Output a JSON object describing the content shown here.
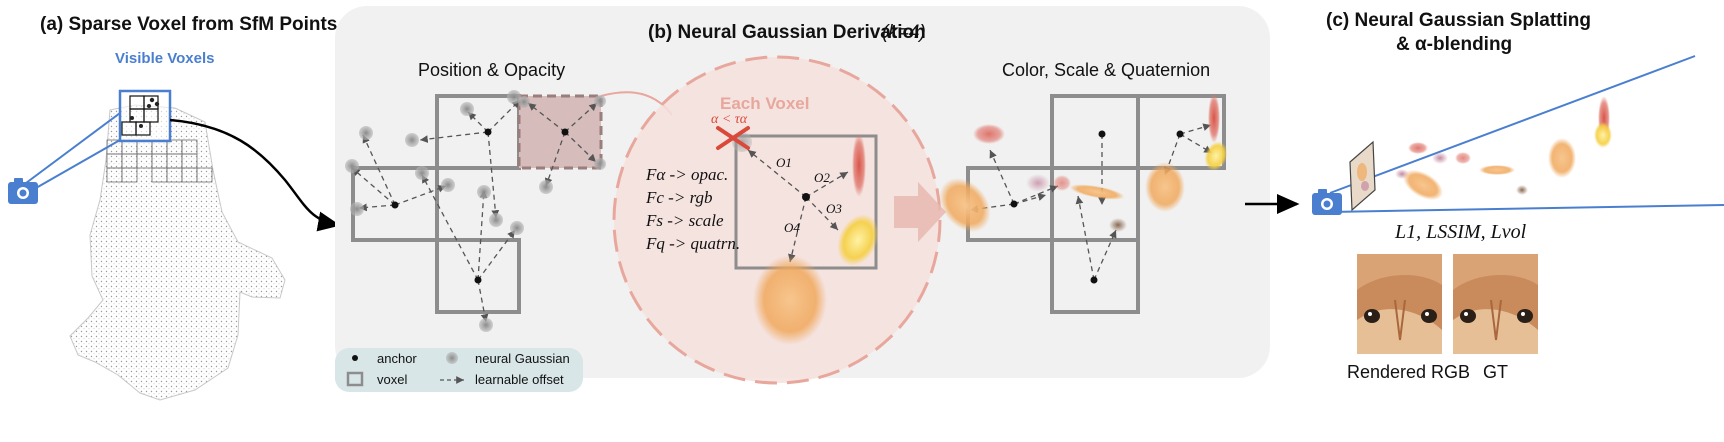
{
  "panel_a": {
    "title": "(a) Sparse Voxel from SfM Points",
    "visible_voxels_label": "Visible Voxels"
  },
  "panel_b": {
    "title": "(b) Neural Gaussian Derivation",
    "k_label": "(k=4)",
    "left_label": "Position & Opacity",
    "right_label": "Color, Scale & Quaternion",
    "each_voxel_label": "Each Voxel",
    "threshold_label": "α < τα",
    "feature_lines": [
      "Fα -> opac.",
      "Fc -> rgb",
      "Fs -> scale",
      "Fq -> quatrn."
    ],
    "offset_labels": [
      "O1",
      "O2",
      "O3",
      "O4"
    ],
    "legend": {
      "anchor": "anchor",
      "neural_gaussian": "neural Gaussian",
      "voxel": "voxel",
      "learnable_offset": "learnable offset"
    }
  },
  "panel_c": {
    "title_line1": "(c) Neural Gaussian Splatting",
    "title_line2": "& α-blending",
    "loss_label": "L1, LSSIM, Lvol",
    "rendered_label": "Rendered RGB",
    "gt_label": "GT"
  },
  "colors": {
    "blue": "#4a7fd0",
    "panel_bg": "#f1f1f1",
    "salmon": "#e8a79d",
    "red_x": "#d94a3a",
    "legend_bg": "#d8e6e8",
    "voxel_gray": "#8d8d8d"
  }
}
